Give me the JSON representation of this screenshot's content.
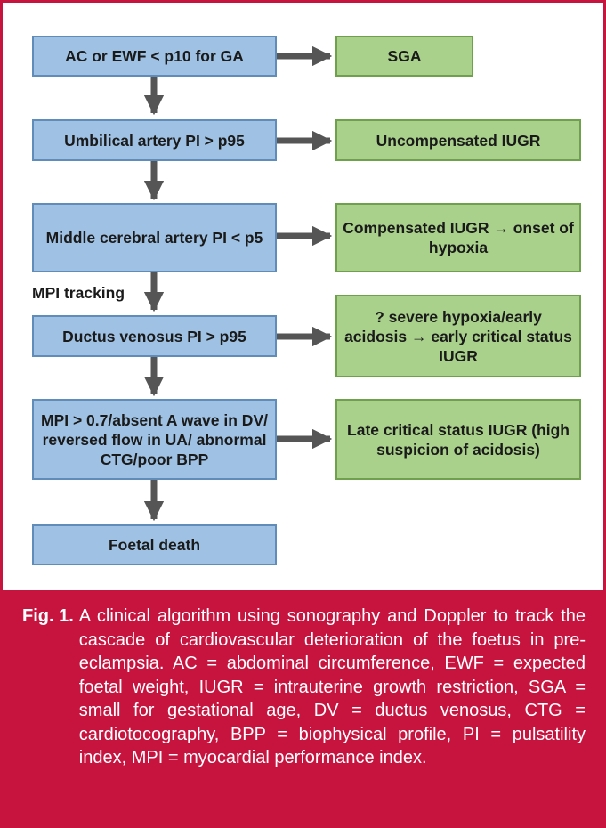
{
  "flowchart": {
    "main_steps": [
      "AC or EWF < p10 for GA",
      "Umbilical artery PI > p95",
      "Middle cerebral artery PI < p5",
      "Ductus venosus PI > p95",
      "MPI > 0.7/absent A wave in DV/ reversed flow in UA/ abnormal CTG/poor BPP",
      "Foetal death"
    ],
    "outcomes": [
      "SGA",
      "Uncompensated IUGR",
      "Compensated IUGR → onset of hypoxia",
      "? severe hypoxia/early acidosis → early critical status IUGR",
      "Late critical status IUGR (high suspicion of acidosis)"
    ],
    "side_label": "MPI tracking"
  },
  "caption": {
    "label": "Fig. 1.",
    "text": "A clinical algorithm using sonography and Doppler to track the cascade of cardiovascular deterioration of the foetus in pre-eclampsia. AC = abdominal circumference, EWF = expected foetal weight, IUGR = intrauterine growth restriction, SGA = small for gestational age, DV = ductus venosus, CTG = cardiotocography, BPP = biophysical profile, PI = pulsatility index, MPI = myocardial performance index."
  },
  "colors": {
    "accent": "#c7143f",
    "step_fill": "#9fc2e4",
    "step_border": "#5f8cb8",
    "outcome_fill": "#a9d18b",
    "outcome_border": "#6fa14c",
    "arrow": "#555555"
  }
}
